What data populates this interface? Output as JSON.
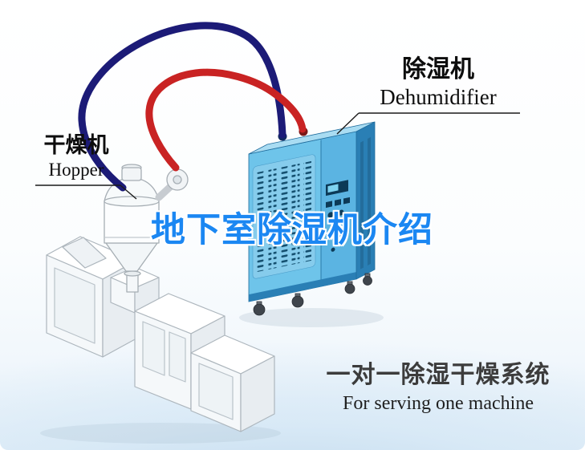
{
  "title_overlay": {
    "text": "地下室除湿机介绍"
  },
  "callouts": {
    "dehumidifier": {
      "cn": "除湿机",
      "en": "Dehumidifier"
    },
    "hopper": {
      "cn": "干燥机",
      "en": "Hopper"
    }
  },
  "caption": {
    "cn": "一对一除湿干燥系统",
    "en": "For serving one machine"
  },
  "colors": {
    "title_blue": "#1b87f2",
    "hose_navy": "#1c1b77",
    "hose_red": "#c92323",
    "machine_front": "#6ec4ea",
    "machine_side": "#2a7fb5",
    "machine_top": "#a9dcf2",
    "vent_slat": "#134e6e",
    "caption_gray": "#3c3c3c",
    "outline_gray": "#adb6bd"
  },
  "illustration": {
    "dehumidifier_unit": "dehumidifier-machine-illustration",
    "hopper_unit": "hopper-dryer-illustration",
    "extruder_unit": "extruder-machine-illustration",
    "hose_navy": "dry-air-hose",
    "hose_red": "return-air-hose"
  }
}
